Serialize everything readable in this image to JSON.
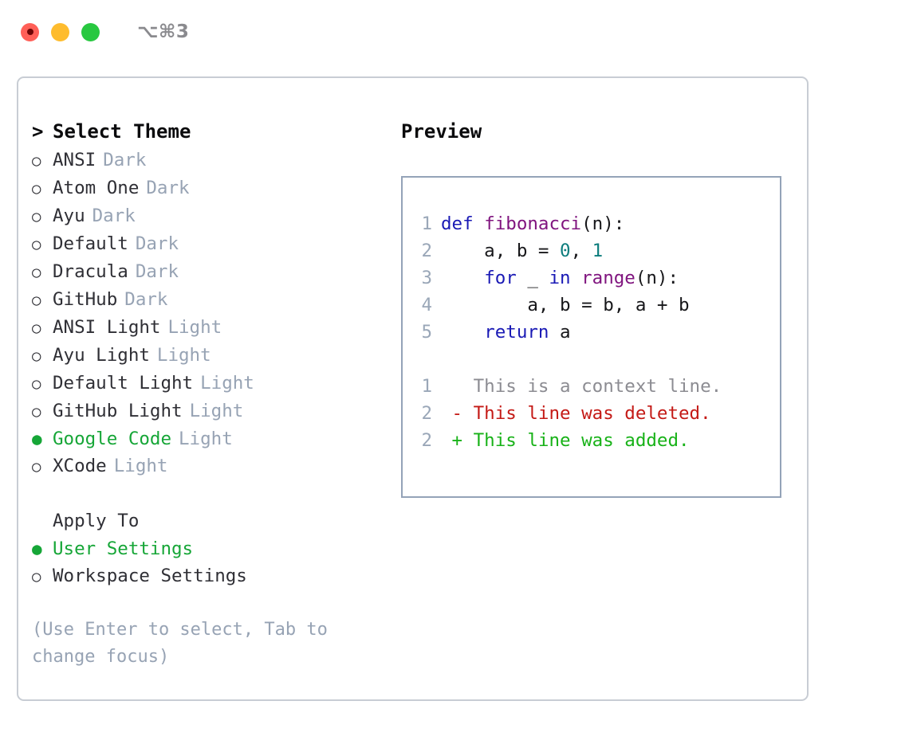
{
  "titlebar": {
    "dots": [
      {
        "name": "close-button",
        "color": "#ff5f57"
      },
      {
        "name": "minimize-button",
        "color": "#febc2e"
      },
      {
        "name": "maximize-button",
        "color": "#28c840"
      }
    ],
    "shortcut": "⌥⌘3"
  },
  "theme_list": {
    "header_prefix": ">",
    "header": "Select Theme",
    "bullet_unselected": "○",
    "bullet_selected": "●",
    "items": [
      {
        "label": "ANSI",
        "variant": "Dark",
        "selected": false
      },
      {
        "label": "Atom One",
        "variant": "Dark",
        "selected": false
      },
      {
        "label": "Ayu",
        "variant": "Dark",
        "selected": false
      },
      {
        "label": "Default",
        "variant": "Dark",
        "selected": false
      },
      {
        "label": "Dracula",
        "variant": "Dark",
        "selected": false
      },
      {
        "label": "GitHub",
        "variant": "Dark",
        "selected": false
      },
      {
        "label": "ANSI Light",
        "variant": "Light",
        "selected": false
      },
      {
        "label": "Ayu Light",
        "variant": "Light",
        "selected": false
      },
      {
        "label": "Default Light",
        "variant": "Light",
        "selected": false
      },
      {
        "label": "GitHub Light",
        "variant": "Light",
        "selected": false
      },
      {
        "label": "Google Code",
        "variant": "Light",
        "selected": true
      },
      {
        "label": "XCode",
        "variant": "Light",
        "selected": false
      }
    ]
  },
  "apply_to": {
    "header": "Apply To",
    "items": [
      {
        "label": "User Settings",
        "selected": true
      },
      {
        "label": "Workspace Settings",
        "selected": false
      }
    ]
  },
  "hint": "(Use Enter to select, Tab to change focus)",
  "preview": {
    "title": "Preview",
    "code_lines": [
      {
        "lineno": "1",
        "tokens": [
          {
            "text": "def ",
            "type": "kw"
          },
          {
            "text": "fibonacci",
            "type": "fn"
          },
          {
            "text": "(n):",
            "type": "plain"
          }
        ]
      },
      {
        "lineno": "2",
        "tokens": [
          {
            "text": "    a, b = ",
            "type": "plain"
          },
          {
            "text": "0",
            "type": "num"
          },
          {
            "text": ", ",
            "type": "plain"
          },
          {
            "text": "1",
            "type": "num"
          }
        ]
      },
      {
        "lineno": "3",
        "tokens": [
          {
            "text": "    ",
            "type": "plain"
          },
          {
            "text": "for",
            "type": "kw"
          },
          {
            "text": " _ ",
            "type": "plain"
          },
          {
            "text": "in",
            "type": "kw"
          },
          {
            "text": " ",
            "type": "plain"
          },
          {
            "text": "range",
            "type": "fn"
          },
          {
            "text": "(n):",
            "type": "plain"
          }
        ]
      },
      {
        "lineno": "4",
        "tokens": [
          {
            "text": "        a, b = b, a + b",
            "type": "plain"
          }
        ]
      },
      {
        "lineno": "5",
        "tokens": [
          {
            "text": "    ",
            "type": "plain"
          },
          {
            "text": "return",
            "type": "kw"
          },
          {
            "text": " a",
            "type": "plain"
          }
        ]
      }
    ],
    "diff_lines": [
      {
        "lineno": "1",
        "marker": " ",
        "text": "This is a context line.",
        "type": "ctx"
      },
      {
        "lineno": "2",
        "marker": "-",
        "text": "This line was deleted.",
        "type": "del"
      },
      {
        "lineno": "2",
        "marker": "+",
        "text": "This line was added.",
        "type": "add"
      }
    ]
  },
  "colors": {
    "accent_green": "#16a637",
    "muted": "#97a3b4",
    "panel_border": "#c8cdd4",
    "preview_border": "#94a3b8",
    "keyword": "#1a1ab5",
    "function": "#80157f",
    "number": "#0d7d7d",
    "diff_deleted": "#c41a16",
    "diff_added": "#18b218",
    "diff_context": "#8c8c92"
  }
}
